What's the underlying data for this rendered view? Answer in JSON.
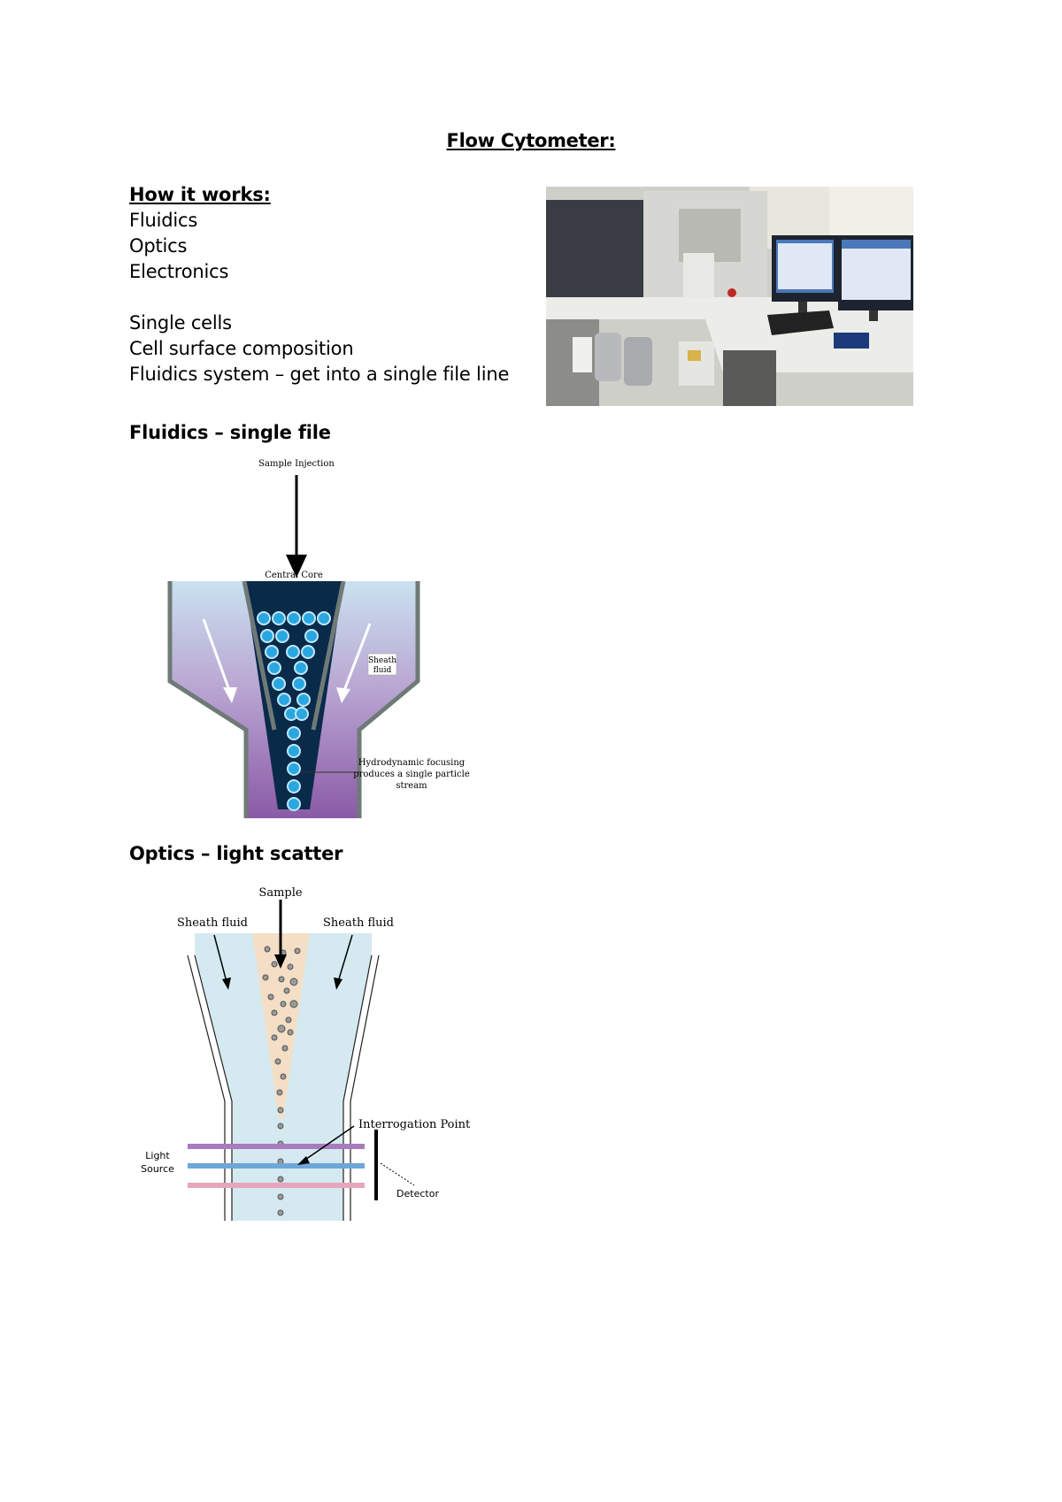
{
  "document": {
    "title": "Flow Cytometer:",
    "how_it_works": {
      "heading": "How it works:",
      "items": [
        "Fluidics",
        "Optics",
        "Electronics"
      ]
    },
    "notes": [
      "Single cells",
      "Cell surface composition",
      "Fluidics system – get into a single file line"
    ],
    "sections": [
      {
        "heading": "Fluidics – single file",
        "diagram_labels": {
          "sample_injection": "Sample Injection",
          "central_core": "Central Core",
          "sheath_fluid_1": "Sheath",
          "sheath_fluid_2": "fluid",
          "focusing_1": "Hydrodynamic focusing",
          "focusing_2": "produces a single particle",
          "focusing_3": "stream"
        }
      },
      {
        "heading": "Optics – light scatter",
        "diagram_labels": {
          "sample": "Sample",
          "sheath_left": "Sheath fluid",
          "sheath_right": "Sheath fluid",
          "interrogation": "Interrogation Point",
          "light_1": "Light",
          "light_2": "Source",
          "detector": "Detector"
        }
      }
    ]
  },
  "colors": {
    "sheath_light": "#c9e2f0",
    "sheath_purple": "#9a6fb0",
    "core_dark": "#0a2a4a",
    "cell_blue": "#2aa7e0",
    "sample_tan": "#f4dfc6",
    "laser_purple": "#a77bbd",
    "laser_blue": "#6fa6d8",
    "laser_pink": "#e7a6bd"
  }
}
